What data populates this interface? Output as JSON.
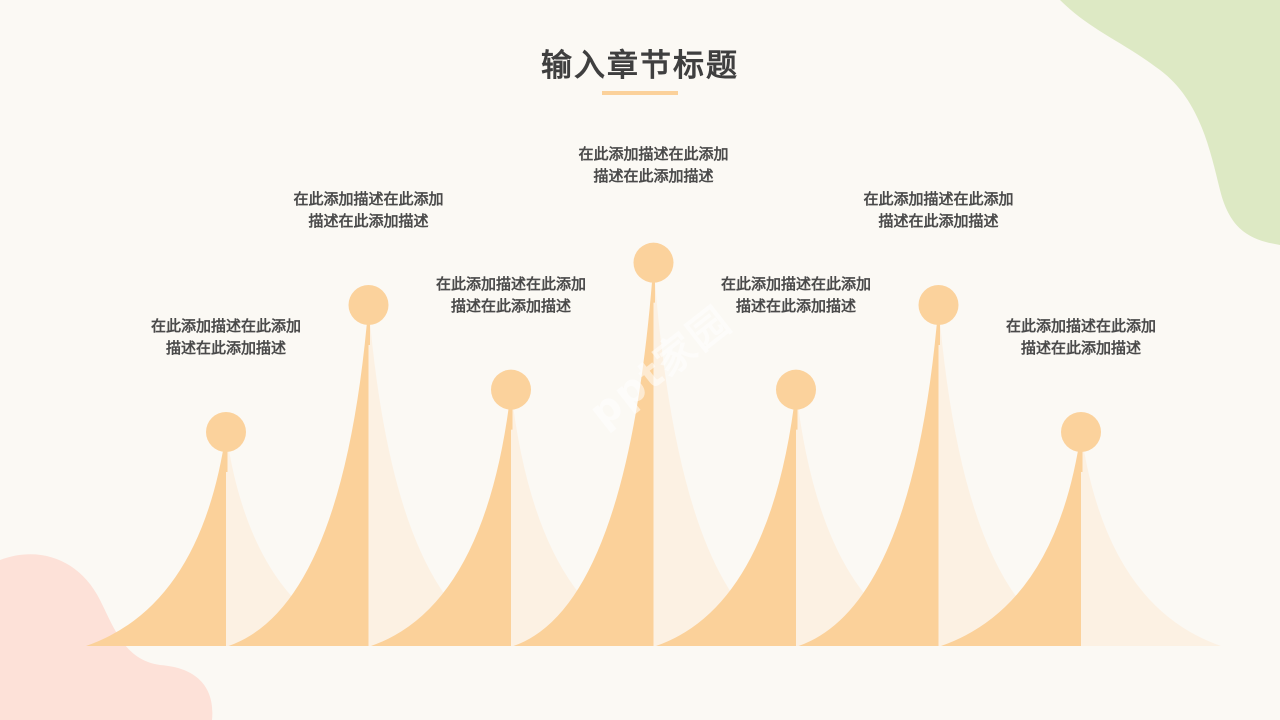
{
  "title": "输入章节标题",
  "watermark": "ppt家园",
  "colors": {
    "background": "#fbf9f4",
    "peak_main": "#fbd19a",
    "peak_shadow": "#fcf1e3",
    "circle": "#fbd29c",
    "blob_green": "#dde9c4",
    "blob_pink": "#fde1d8",
    "title_text": "#3f3f3f",
    "label_text": "#4a4a4a"
  },
  "labels": [
    "在此添加描述在此添加\n描述在此添加描述",
    "在此添加描述在此添加\n描述在此添加描述",
    "在此添加描述在此添加\n描述在此添加描述",
    "在此添加描述在此添加\n描述在此添加描述",
    "在此添加描述在此添加\n描述在此添加描述",
    "在此添加描述在此添加\n描述在此添加描述",
    "在此添加描述在此添加\n描述在此添加描述"
  ],
  "chart_data": {
    "type": "area",
    "values": [
      2,
      5,
      3,
      6,
      3,
      5,
      2
    ],
    "ylim": [
      0,
      6
    ]
  }
}
